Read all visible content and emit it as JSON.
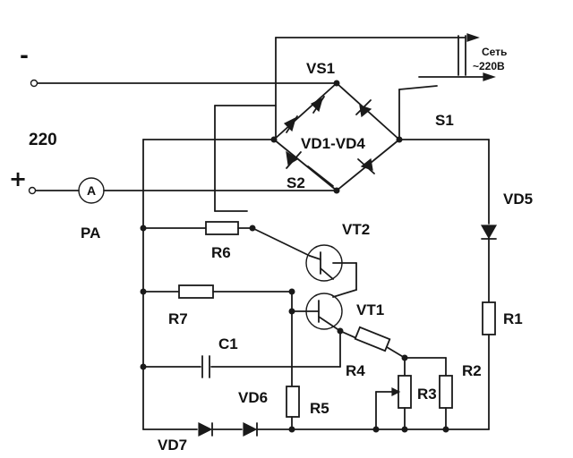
{
  "labels": {
    "minus": "-",
    "plus": "+",
    "voltage": "220",
    "meter_symbol": "A",
    "meter": "PA",
    "mains_line1": "Сеть",
    "mains_line2": "~220В",
    "thyristor": "VS1",
    "bridge": "VD1-VD4",
    "switch1": "S1",
    "switch2": "S2",
    "diode5": "VD5",
    "transistor2": "VT2",
    "transistor1": "VT1",
    "r1": "R1",
    "r2": "R2",
    "r3": "R3",
    "r4": "R4",
    "r5": "R5",
    "r6": "R6",
    "r7": "R7",
    "c1": "C1",
    "diode6": "VD6",
    "diode7": "VD7"
  }
}
